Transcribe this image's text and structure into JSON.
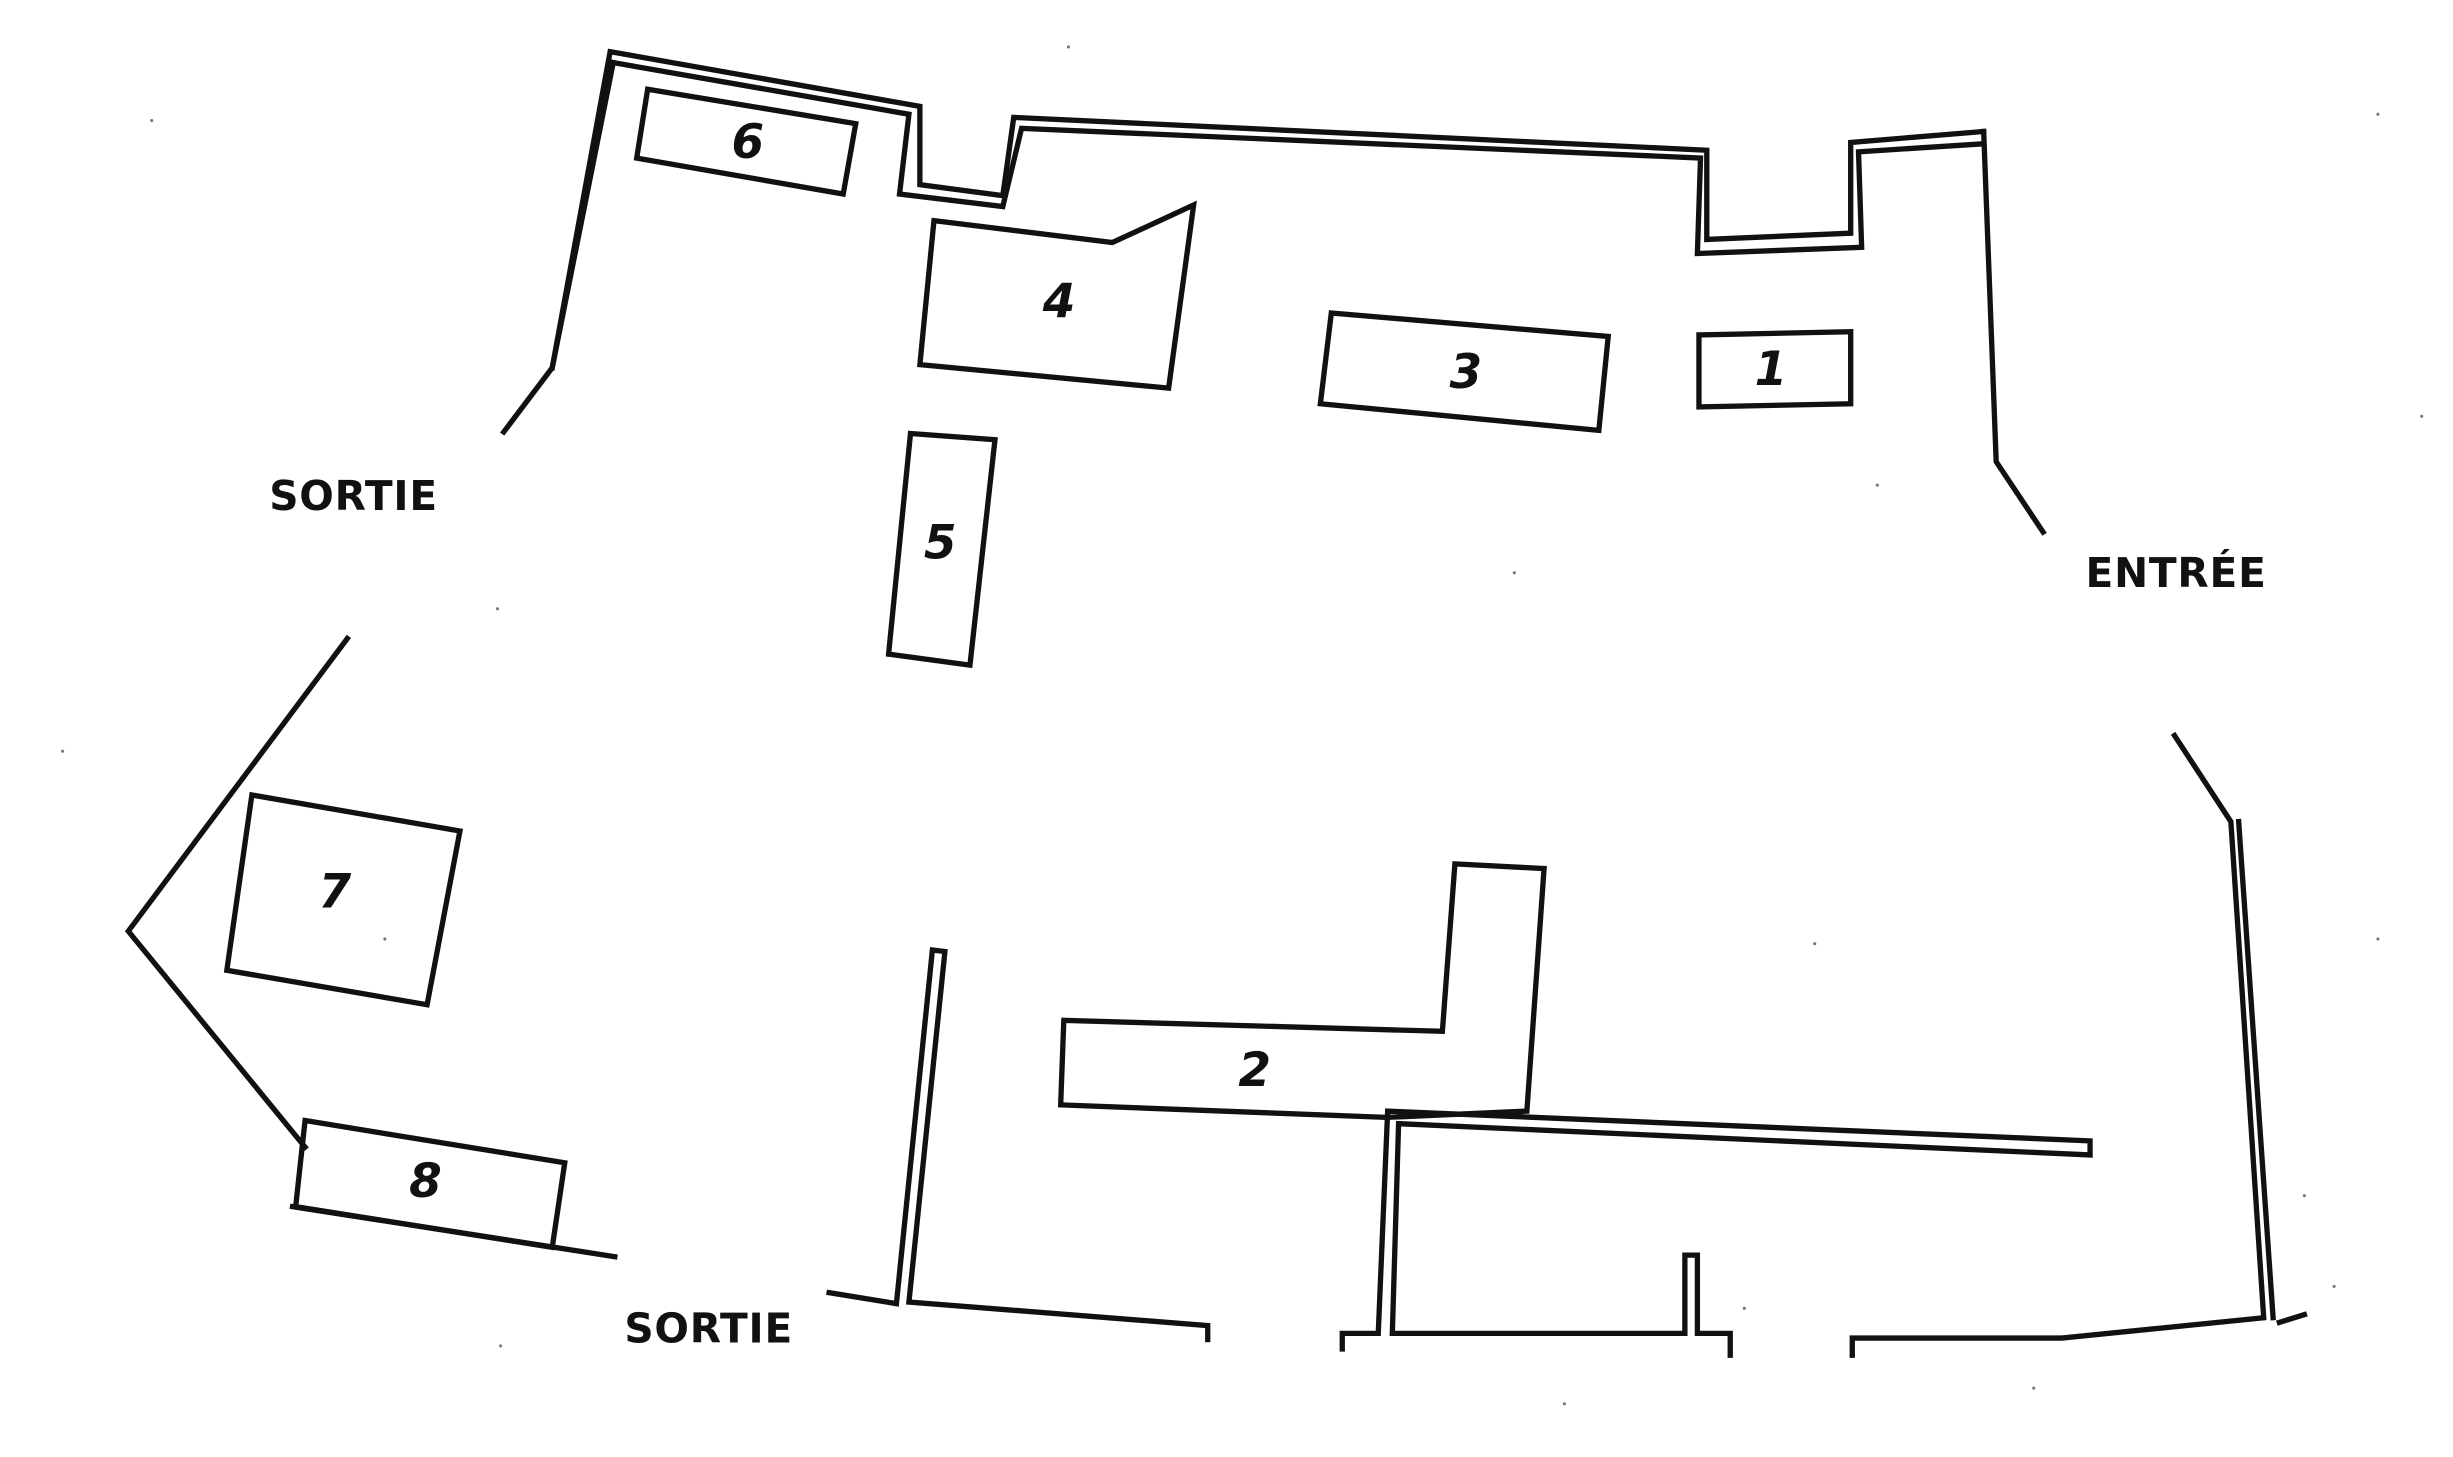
{
  "plan": {
    "labels": {
      "exit_left": "SORTIE",
      "exit_bottom": "SORTIE",
      "entrance": "ENTRÉE"
    },
    "stands": [
      {
        "id": "1",
        "label": "1"
      },
      {
        "id": "2",
        "label": "2"
      },
      {
        "id": "3",
        "label": "3"
      },
      {
        "id": "4",
        "label": "4"
      },
      {
        "id": "5",
        "label": "5"
      },
      {
        "id": "6",
        "label": "6"
      },
      {
        "id": "7",
        "label": "7"
      },
      {
        "id": "8",
        "label": "8"
      }
    ]
  }
}
